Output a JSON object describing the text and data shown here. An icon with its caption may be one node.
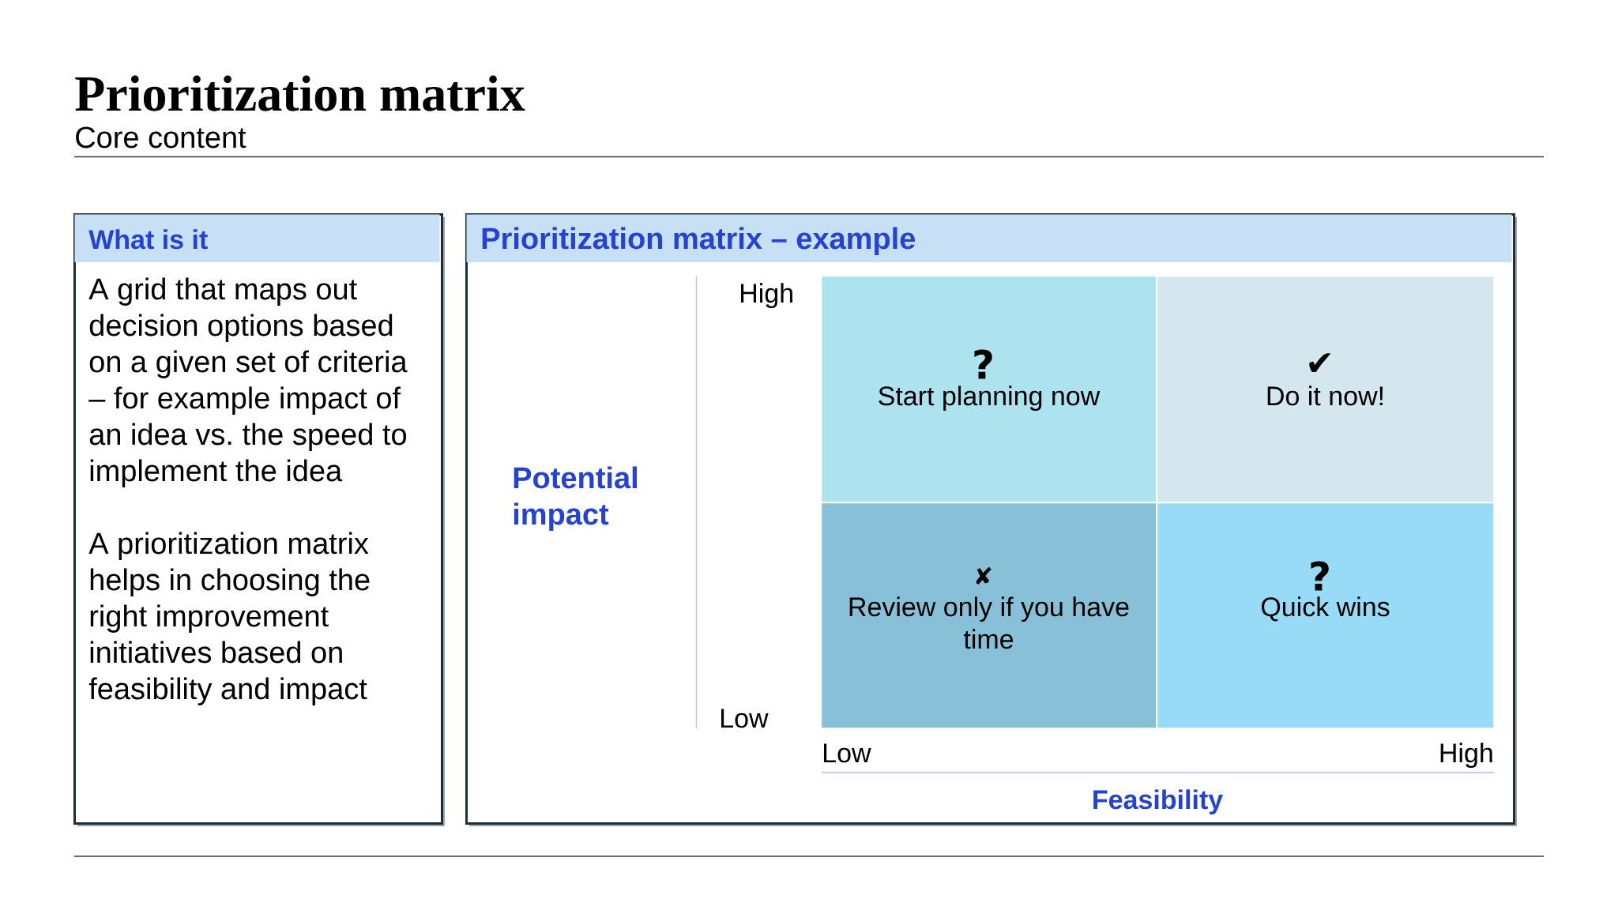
{
  "diagram": {
    "title": "Prioritization matrix",
    "nodes": [
      {
        "text": [
          "What is it",
          "A grid that maps out decision options based on a given set of criteria – for example impact of an idea vs. the speed to implement the idea",
          "A prioritization matrix helps in choosing the right improvement initiatives based on feasibility and impact"
        ]
      },
      {
        "text": [
          "Prioritization matrix – example"
        ]
      },
      {
        "text": [
          "?",
          "Start planning now"
        ],
        "in": 1
      },
      {
        "text": [
          "✔",
          "Do it now!"
        ],
        "in": 1
      },
      {
        "text": [
          "✘",
          "Review only if you have time"
        ],
        "in": 1
      },
      {
        "text": [
          "?",
          "Quick wins"
        ],
        "in": 1
      }
    ],
    "labels": [
      "Core content",
      "High",
      "Potential impact",
      "Low",
      "Low",
      "High",
      "Feasibility"
    ]
  }
}
